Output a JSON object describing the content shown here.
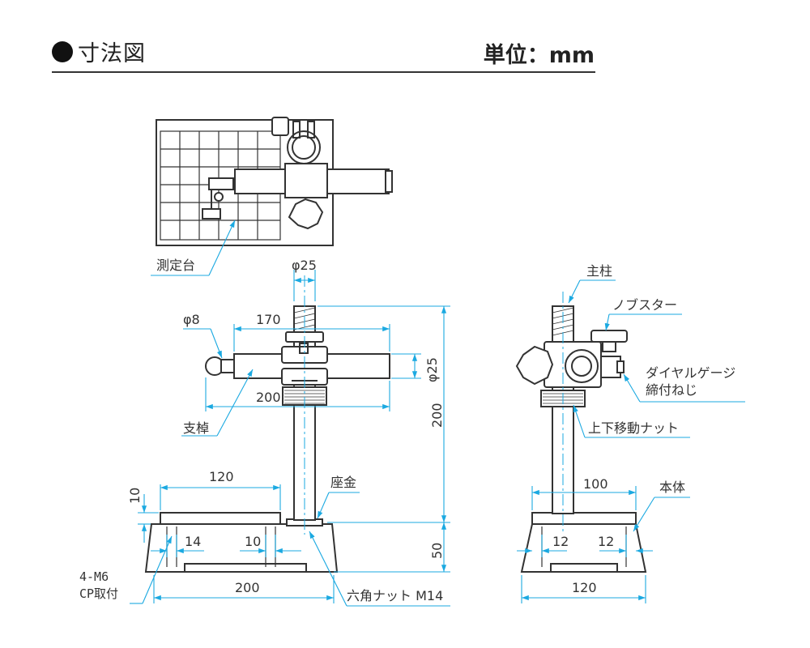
{
  "header": {
    "title": "寸法図",
    "unit": "単位：mm"
  },
  "labels": {
    "measuring_table": "測定台",
    "phi25_top": "φ25",
    "phi8": "φ8",
    "dim_170": "170",
    "dim_200_arm": "200",
    "phi25_side": "φ25",
    "dim_200_height": "200",
    "support_rod": "支棹",
    "dim_120_top": "120",
    "dim_10_vert": "10",
    "seat": "座金",
    "dim_14": "14",
    "dim_10_h": "10",
    "dim_50": "50",
    "tapped_line1": "4-M6",
    "tapped_line2": "CP取付",
    "dim_200_base": "200",
    "hex_nut": "六角ナット M14",
    "main_column": "主柱",
    "knob": "ノブスター",
    "dial_screw_line1": "ダイヤルゲージ",
    "dial_screw_line2": "締付ねじ",
    "updown_nut": "上下移動ナット",
    "body": "本体",
    "dim_100": "100",
    "dim_12_left": "12",
    "dim_12_right": "12",
    "dim_120_bottom": "120"
  },
  "colors": {
    "dimension": "#1ba9e1",
    "outline": "#333333"
  }
}
